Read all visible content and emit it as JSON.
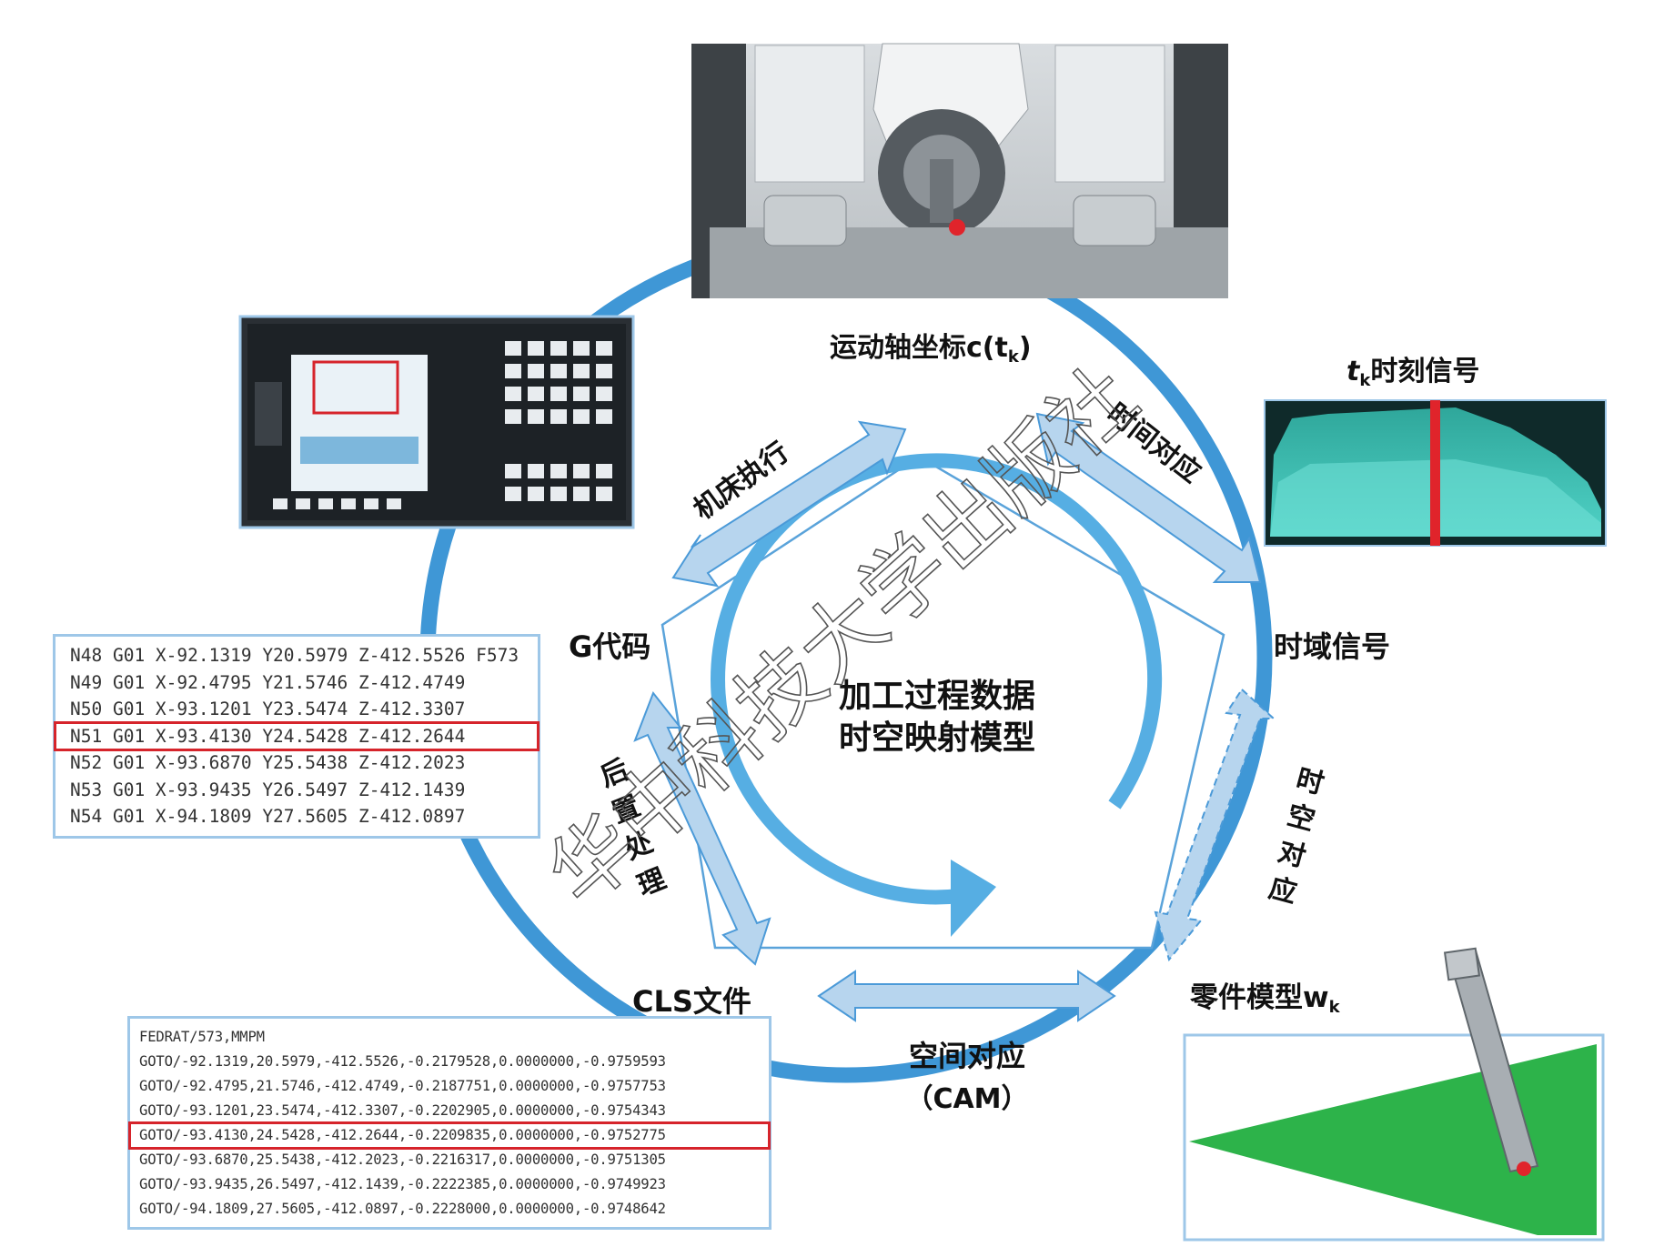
{
  "center": {
    "line1": "加工过程数据",
    "line2": "时空映射模型"
  },
  "nodes": {
    "motion_axis": "运动轴坐标c(t",
    "motion_axis_sub": "k",
    "motion_axis_end": ")",
    "time_signal": "时域信号",
    "part_model": "零件模型w",
    "part_model_sub": "k",
    "cls_file": "CLS文件",
    "gcode": "G代码"
  },
  "arrows": {
    "machine_exec": "机床执行",
    "time_map": "时间对应",
    "spacetime_map": [
      "时",
      "空",
      "对",
      "应"
    ],
    "space_map": "空间对应",
    "space_map_sub": "（CAM）",
    "post_process": [
      "后",
      "置",
      "处",
      "理"
    ]
  },
  "signal_panel": {
    "title_sub": "k",
    "title": "时刻信号",
    "title_var": "t"
  },
  "gcode_lines": [
    "N48 G01 X-92.1319 Y20.5979 Z-412.5526 F573",
    "N49 G01 X-92.4795 Y21.5746 Z-412.4749",
    "N50 G01 X-93.1201 Y23.5474 Z-412.3307",
    "N51 G01 X-93.4130 Y24.5428 Z-412.2644",
    "N52 G01 X-93.6870 Y25.5438 Z-412.2023",
    "N53 G01 X-93.9435 Y26.5497 Z-412.1439",
    "N54 G01 X-94.1809 Y27.5605 Z-412.0897"
  ],
  "gcode_highlight": 3,
  "cls_lines": [
    "FEDRAT/573,MMPM",
    "GOTO/-92.1319,20.5979,-412.5526,-0.2179528,0.0000000,-0.9759593",
    "GOTO/-92.4795,21.5746,-412.4749,-0.2187751,0.0000000,-0.9757753",
    "GOTO/-93.1201,23.5474,-412.3307,-0.2202905,0.0000000,-0.9754343",
    "GOTO/-93.4130,24.5428,-412.2644,-0.2209835,0.0000000,-0.9752775",
    "GOTO/-93.6870,25.5438,-412.2023,-0.2216317,0.0000000,-0.9751305",
    "GOTO/-93.9435,26.5497,-412.1439,-0.2222385,0.0000000,-0.9749923",
    "GOTO/-94.1809,27.5605,-412.0897,-0.2228000,0.0000000,-0.9748642"
  ],
  "cls_highlight": 4,
  "watermark": "华中科技大学出版社",
  "colors": {
    "ring": "#3f97d6",
    "arrow_fill": "#b7d5ee",
    "arrow_stroke": "#4b9ad8",
    "signal_teal": "#4fd1c5",
    "signal_bg": "#0f2a2a",
    "signal_marker": "#e0242b",
    "part_green": "#2db34a",
    "highlight": "#d6242b"
  }
}
